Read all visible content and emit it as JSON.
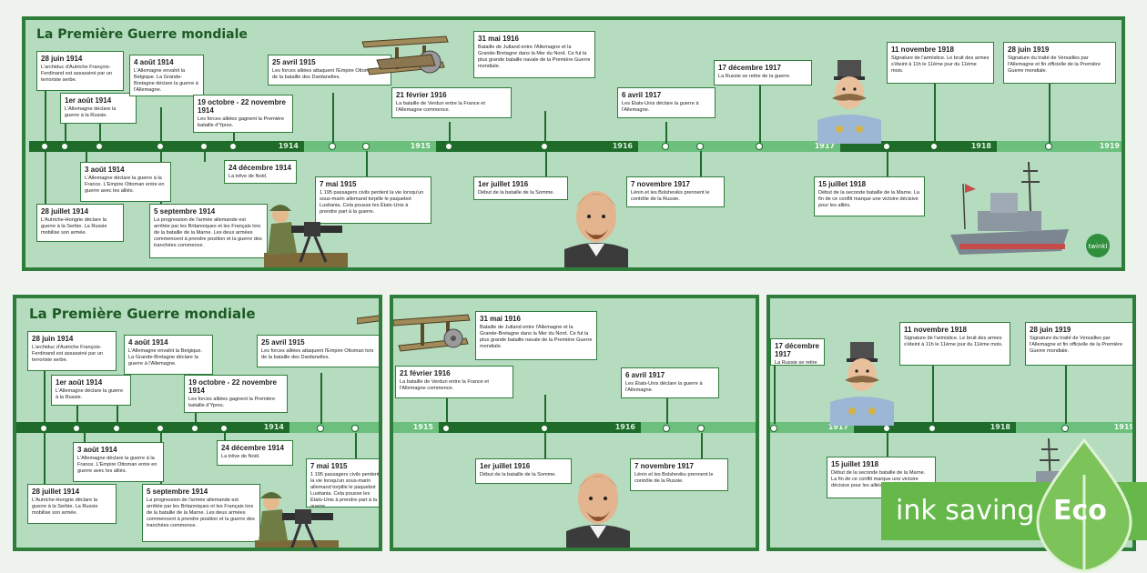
{
  "title": "La Première Guerre mondiale",
  "years": [
    "1914",
    "1915",
    "1916",
    "1917",
    "1918",
    "1919"
  ],
  "events": {
    "e1": {
      "date": "28 juin 1914",
      "text": "L'archiduc d'Autriche François-Ferdinand est assassiné par un terroriste serbe."
    },
    "e2": {
      "date": "28 juillet 1914",
      "text": "L'Autriche-Hongrie déclare la guerre à la Serbie. La Russie mobilise son armée."
    },
    "e3": {
      "date": "1er août 1914",
      "text": "L'Allemagne déclare la guerre à la Russie."
    },
    "e4": {
      "date": "3 août 1914",
      "text": "L'Allemagne déclare la guerre à la France. L'Empire Ottoman entre en guerre avec les alliés."
    },
    "e5": {
      "date": "4 août 1914",
      "text": "L'Allemagne envahit la Belgique. La Grande-Bretagne déclare la guerre à l'Allemagne."
    },
    "e6": {
      "date": "5 septembre 1914",
      "text": "La progression de l'armée allemande est arrêtée par les Britanniques et les Français lors de la bataille de la Marne. Les deux armées commencent à prendre position et la guerre des tranchées commence."
    },
    "e7": {
      "date": "19 octobre - 22 novembre 1914",
      "text": "Les forces alliées gagnent la Première bataille d'Ypres."
    },
    "e8": {
      "date": "24 décembre 1914",
      "text": "La trêve de Noël."
    },
    "e9": {
      "date": "25 avril 1915",
      "text": "Les forces alliées attaquent l'Empire Ottoman lors de la bataille des Dardanelles."
    },
    "e10": {
      "date": "7 mai 1915",
      "text": "1 195 passagers civils perdent la vie lorsqu'un sous-marin allemand torpille le paquebot Lusitania. Cela pousse les États-Unis à prendre part à la guerre."
    },
    "e11": {
      "date": "21 février 1916",
      "text": "La bataille de Verdun entre la France et l'Allemagne commence."
    },
    "e12": {
      "date": "31 mai 1916",
      "text": "Bataille de Jutland entre l'Allemagne et la Grande-Bretagne dans la Mer du Nord. Ce fut la plus grande bataille navale de la Première Guerre mondiale."
    },
    "e13": {
      "date": "1er juillet 1916",
      "text": "Début de la bataille de la Somme."
    },
    "e14": {
      "date": "6 avril 1917",
      "text": "Les États-Unis déclare la guerre à l'Allemagne."
    },
    "e15": {
      "date": "7 novembre 1917",
      "text": "Lénin et les Bolsheviks prennent le contrôle de la Russie."
    },
    "e16": {
      "date": "17 décembre 1917",
      "text": "La Russie se retire de la guerre."
    },
    "e17": {
      "date": "15 juillet 1918",
      "text": "Début de la seconde bataille de la Marne. La fin de ce conflit marque une victoire décisive pour les alliés."
    },
    "e18": {
      "date": "11 novembre 1918",
      "text": "Signature de l'armistice. Le bruit des armes s'éteint à 11h le 11ème jour du 11ème mois."
    },
    "e19": {
      "date": "28 juin 1919",
      "text": "Signature du traité de Versailles par l'Allemagne et fin officielle de la Première Guerre mondiale."
    }
  },
  "logo": "twinkl",
  "eco": {
    "label": "ink saving",
    "badge": "Eco"
  },
  "colors": {
    "dark_green": "#1e6b2a",
    "light_green": "#6cbf7d",
    "background": "#b6dcc0",
    "eco": "#66b84a"
  },
  "icons": [
    "biplane",
    "soldier-machine-gun",
    "lenin-portrait",
    "officer-portrait",
    "battleship",
    "eco-leaf"
  ]
}
